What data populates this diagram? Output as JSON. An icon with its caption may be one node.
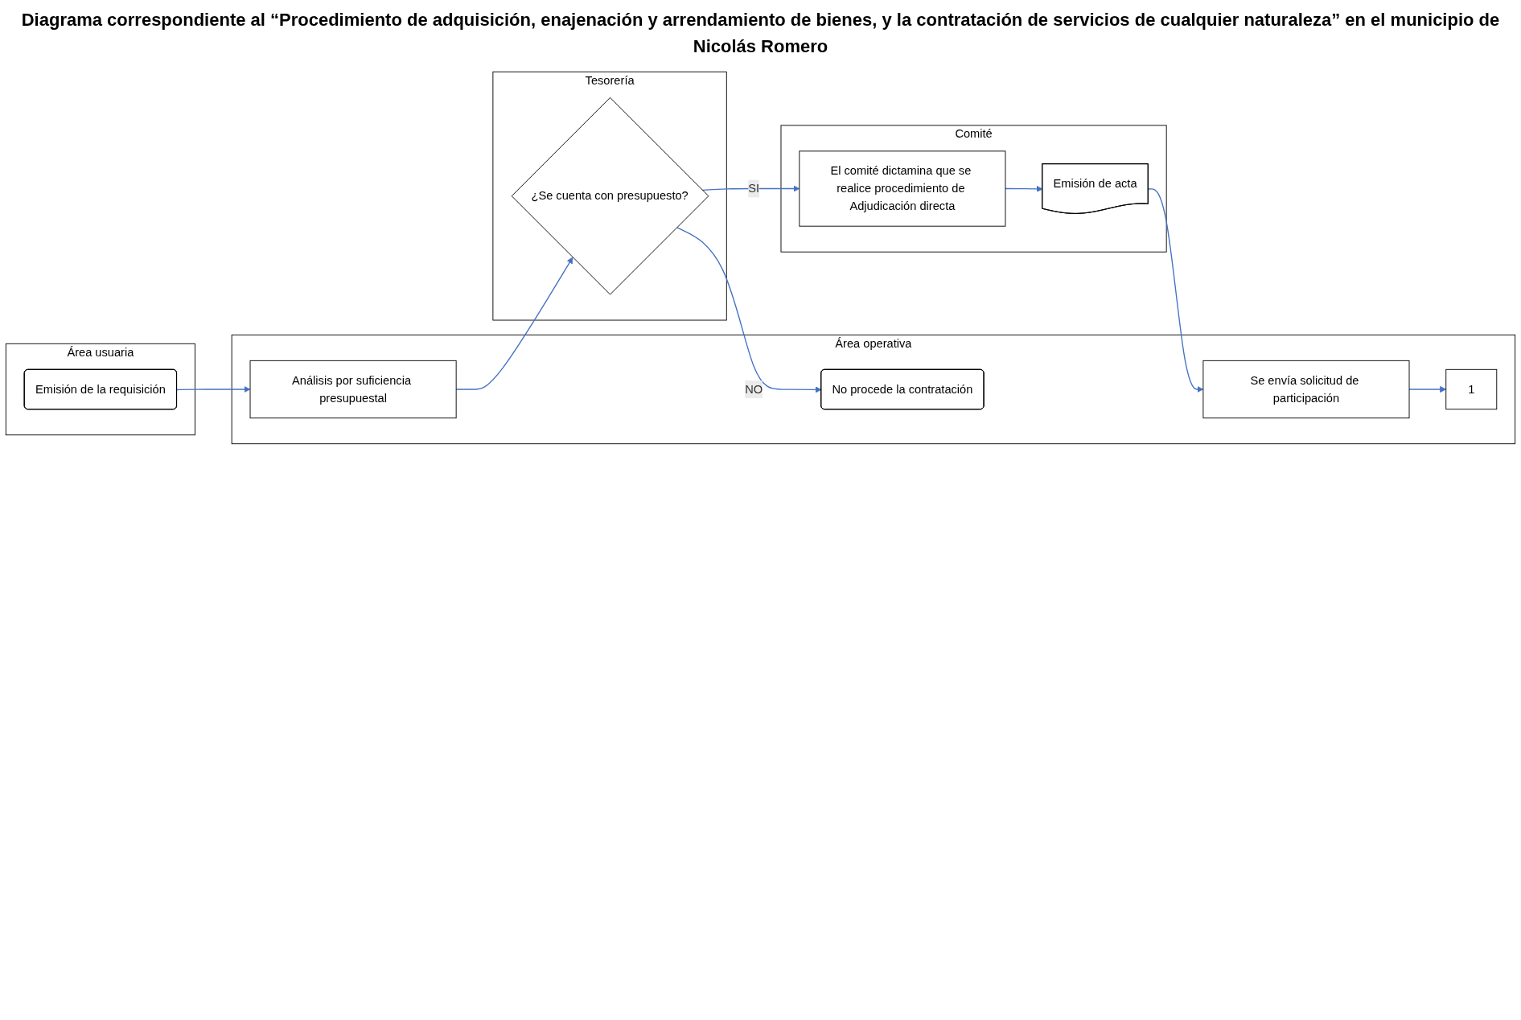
{
  "diagram": {
    "title": "Diagrama correspondiente al “Procedimiento de adquisición, enajenación y arrendamiento de bienes, y la contratación de servicios de cualquier naturaleza” en el municipio de Nicolás Romero",
    "nodes": [
      {
        "text": [
          "Área usuaria"
        ]
      },
      {
        "text": [
          "Área operativa"
        ]
      },
      {
        "text": [
          "Tesorería"
        ]
      },
      {
        "text": [
          "Comité"
        ]
      },
      {
        "text": [
          "Emisión de la requisición"
        ],
        "in": 0
      },
      {
        "text": [
          "Análisis por suficiencia presupuestal"
        ],
        "in": 1
      },
      {
        "text": [
          "¿Se cuenta con presupuesto?"
        ],
        "in": 2
      },
      {
        "text": [
          "No procede la contratación"
        ],
        "in": 1
      },
      {
        "text": [
          "El comité dictamina que se realice procedimiento de Adjudicación directa"
        ],
        "in": 3
      },
      {
        "text": [
          "Emisión de acta"
        ],
        "in": 3
      },
      {
        "text": [
          "Se envía solicitud de participación"
        ],
        "in": 1
      },
      {
        "text": [
          "1"
        ],
        "in": 1
      }
    ],
    "edges": [
      {
        "from": 4,
        "to": 5,
        "arrow": "to"
      },
      {
        "from": 5,
        "to": 6,
        "arrow": "to"
      },
      {
        "from": 6,
        "to": 7,
        "arrow": "to",
        "label": "NO"
      },
      {
        "from": 6,
        "to": 8,
        "arrow": "to",
        "label": "SI"
      },
      {
        "from": 8,
        "to": 9,
        "arrow": "to"
      },
      {
        "from": 9,
        "to": 10,
        "arrow": "to"
      },
      {
        "from": 10,
        "to": 11,
        "arrow": "to"
      }
    ]
  }
}
